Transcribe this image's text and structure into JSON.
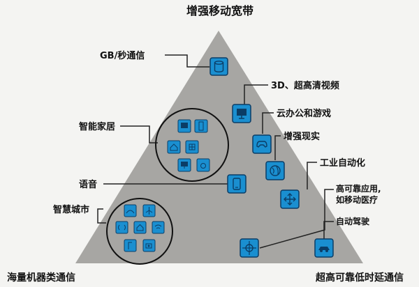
{
  "title": "增强移动宽带",
  "corner_left": "海量机器类通信",
  "corner_right": "超高可靠低时延通信",
  "labels": {
    "gbps": "GB/秒通信",
    "uhd": "3D、超高清视频",
    "cloud": "云办公和游戏",
    "ar": "增强现实",
    "industry": "工业自动化",
    "hrel_line1": "高可靠应用,",
    "hrel_line2": "如移动医疗",
    "auto": "自动驾驶",
    "smart_home": "智能家居",
    "voice": "语音",
    "smart_city": "智慧城市"
  },
  "colors": {
    "triangle": "#a7a6a3",
    "icon_fill": "#1a8fd0",
    "icon_border": "#0b3d66",
    "line": "#222222"
  },
  "icons": {
    "gbps": "database-icon",
    "uhd": "monitor-icon",
    "cloud": "gamepad-icon",
    "ar": "globe-icon",
    "industry": "arrows-icon",
    "hrel": "crosshair-icon",
    "auto": "car-icon",
    "voice": "phone-icon"
  }
}
